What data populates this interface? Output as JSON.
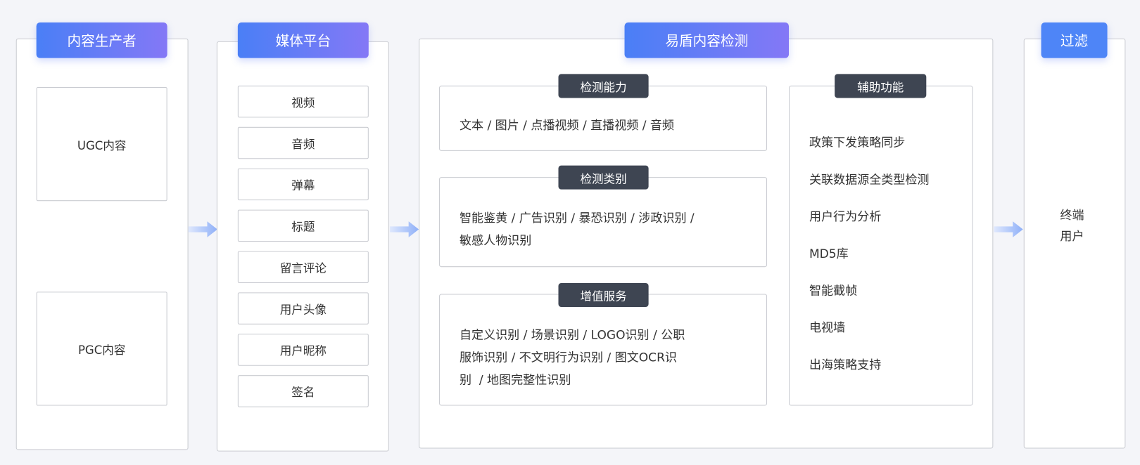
{
  "producer": {
    "title": "内容生产者",
    "items": [
      "UGC内容",
      "PGC内容"
    ]
  },
  "platform": {
    "title": "媒体平台",
    "items": [
      "视频",
      "音频",
      "弹幕",
      "标题",
      "留言评论",
      "用户头像",
      "用户昵称",
      "签名"
    ]
  },
  "detection": {
    "title": "易盾内容检测",
    "capability": {
      "label": "检测能力",
      "text": "文本 / 图片 / 点播视频 / 直播视频 / 音频"
    },
    "category": {
      "label": "检测类别",
      "lines": [
        "智能鉴黄 / 广告识别 / 暴恐识别 / 涉政识别 /",
        "敏感人物识别"
      ]
    },
    "value_added": {
      "label": "增值服务",
      "lines": [
        "自定义识别 / 场景识别 / LOGO识别 / 公职",
        "服饰识别 / 不文明行为识别 / 图文OCR识",
        "别  / 地图完整性识别"
      ]
    },
    "auxiliary": {
      "label": "辅助功能",
      "items": [
        "政策下发策略同步",
        "关联数据源全类型检测",
        "用户行为分析",
        "MD5库",
        "智能截帧",
        "电视墙",
        "出海策略支持"
      ]
    }
  },
  "filter": {
    "title": "过滤",
    "lines": [
      "终端",
      "用户"
    ]
  }
}
